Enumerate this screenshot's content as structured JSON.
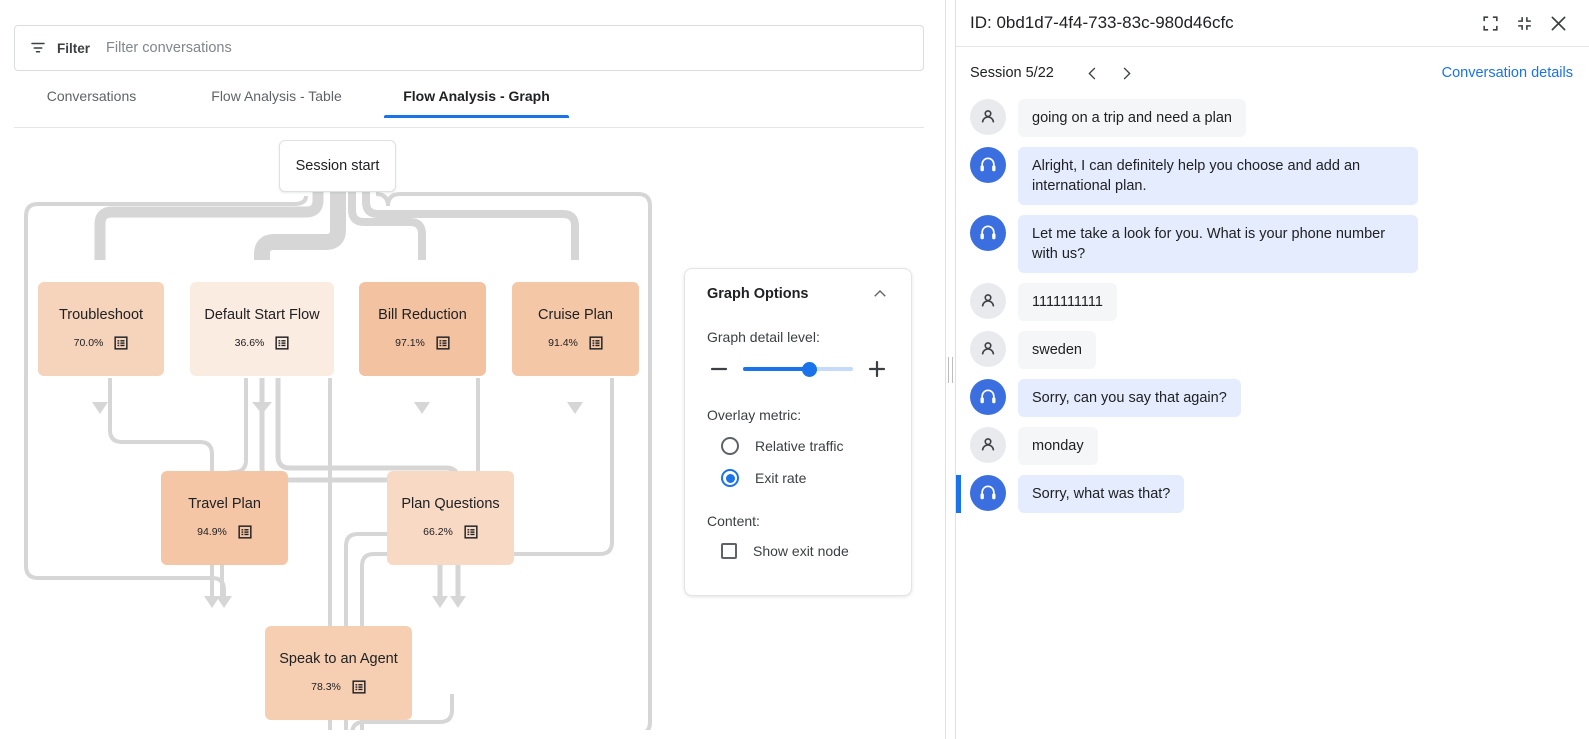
{
  "filter": {
    "icon": "filter-icon",
    "label": "Filter",
    "placeholder": "Filter conversations",
    "value": ""
  },
  "tabs": [
    {
      "label": "Conversations",
      "active": false
    },
    {
      "label": "Flow Analysis - Table",
      "active": false
    },
    {
      "label": "Flow Analysis - Graph",
      "active": true
    }
  ],
  "graph": {
    "start_node": {
      "label": "Session start"
    },
    "nodes": [
      {
        "id": "troubleshoot",
        "label": "Troubleshoot",
        "pct": "70.0%",
        "icon": "list-icon",
        "color": "#f6d3bb"
      },
      {
        "id": "default_start_flow",
        "label": "Default Start Flow",
        "pct": "36.6%",
        "icon": "list-icon",
        "color": "#fbece1"
      },
      {
        "id": "bill_reduction",
        "label": "Bill Reduction",
        "pct": "97.1%",
        "icon": "list-icon",
        "color": "#f3c3a1"
      },
      {
        "id": "cruise_plan",
        "label": "Cruise Plan",
        "pct": "91.4%",
        "icon": "list-icon",
        "color": "#f4c7a7"
      },
      {
        "id": "travel_plan",
        "label": "Travel Plan",
        "pct": "94.9%",
        "icon": "list-icon",
        "color": "#f4c6a5"
      },
      {
        "id": "plan_questions",
        "label": "Plan Questions",
        "pct": "66.2%",
        "icon": "list-icon",
        "color": "#f8d9c4"
      },
      {
        "id": "speak_to_an_agent",
        "label": "Speak to an Agent",
        "pct": "78.3%",
        "icon": "list-icon",
        "color": "#f6cfb3"
      }
    ],
    "edge_color": "#d6d6d6"
  },
  "graph_options": {
    "title": "Graph Options",
    "collapse_icon": "chevron-up-icon",
    "detail_label": "Graph detail level:",
    "slider": {
      "minus": "minus-icon",
      "plus": "plus-icon",
      "value_pct": 60
    },
    "overlay_label": "Overlay metric:",
    "overlay_options": [
      {
        "label": "Relative traffic",
        "selected": false
      },
      {
        "label": "Exit rate",
        "selected": true
      }
    ],
    "content_label": "Content:",
    "content_options": [
      {
        "label": "Show exit node",
        "checked": false
      }
    ]
  },
  "conversation": {
    "id_text": "ID: 0bd1d7-4f4-733-83c-980d46cfc",
    "header_buttons": [
      {
        "icon": "expand-icon",
        "name": "expand-button"
      },
      {
        "icon": "collapse-icon",
        "name": "collapse-button"
      },
      {
        "icon": "close-icon",
        "name": "close-button"
      }
    ],
    "session_label": "Session 5/22",
    "prev_icon": "chevron-left-icon",
    "next_icon": "chevron-right-icon",
    "details_link": "Conversation details",
    "messages": [
      {
        "role": "user",
        "text": "going on a trip and need a plan",
        "highlighted": false
      },
      {
        "role": "agent",
        "text": "Alright, I can definitely help you choose and add an international plan.",
        "highlighted": false
      },
      {
        "role": "agent",
        "text": "Let me take a look for you. What is your phone number with us?",
        "highlighted": false
      },
      {
        "role": "user",
        "text": "1111111111",
        "highlighted": false
      },
      {
        "role": "user",
        "text": "sweden",
        "highlighted": false
      },
      {
        "role": "agent",
        "text": "Sorry, can you say that again?",
        "highlighted": false
      },
      {
        "role": "user",
        "text": "monday",
        "highlighted": false
      },
      {
        "role": "agent",
        "text": "Sorry, what was that?",
        "highlighted": true
      }
    ]
  },
  "colors": {
    "accent": "#1a73e8",
    "link": "#1a73e8",
    "edge": "#d6d6d6"
  }
}
